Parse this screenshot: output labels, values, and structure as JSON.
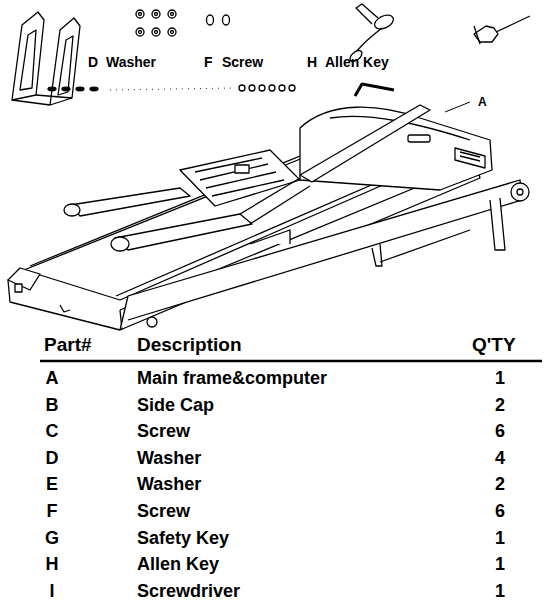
{
  "diagram": {
    "labels": [
      "D",
      "Washer",
      "F",
      "Screw",
      "H",
      "Allen Key",
      "A",
      "Part#",
      "Description",
      "Q'TY",
      "A",
      "Main frame&computer",
      "1",
      "B",
      "Side Cap",
      "2",
      "C",
      "Screw",
      "6",
      "D",
      "Washer",
      "4",
      "E",
      "Washer",
      "2",
      "F",
      "Screw",
      "6",
      "G",
      "Safety Key",
      "1",
      "H",
      "Allen Key",
      "1",
      "I",
      "Screwdriver",
      "1"
    ]
  }
}
